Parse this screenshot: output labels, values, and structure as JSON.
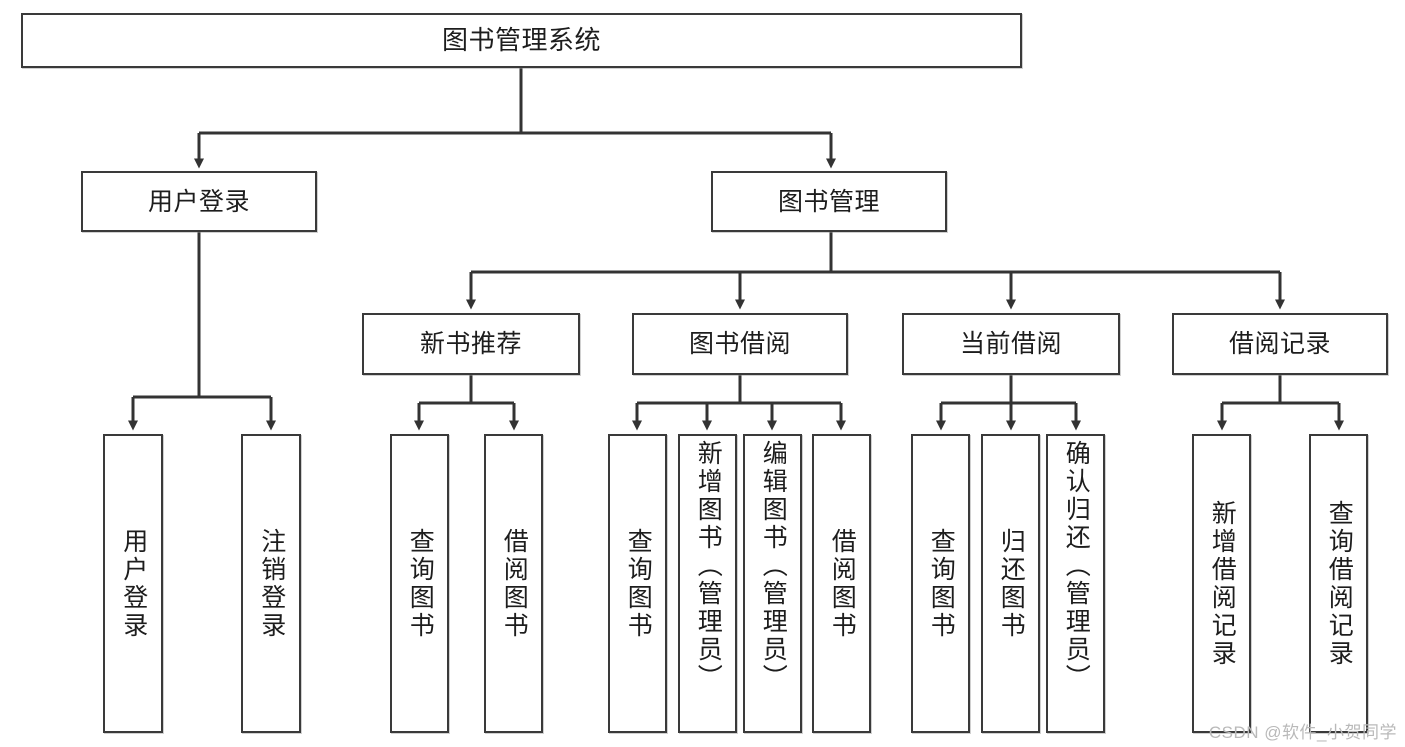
{
  "diagram": {
    "type": "tree-hierarchy",
    "title": "图书管理系统",
    "root": {
      "id": "root",
      "label": "图书管理系统"
    },
    "level1": [
      {
        "id": "user-login",
        "label": "用户登录"
      },
      {
        "id": "book-manage",
        "label": "图书管理"
      }
    ],
    "level2": [
      {
        "id": "new-book-rec",
        "label": "新书推荐",
        "parent": "book-manage"
      },
      {
        "id": "book-borrow",
        "label": "图书借阅",
        "parent": "book-manage"
      },
      {
        "id": "current-borrow",
        "label": "当前借阅",
        "parent": "book-manage"
      },
      {
        "id": "borrow-record",
        "label": "借阅记录",
        "parent": "book-manage"
      }
    ],
    "leaves": {
      "user_login": [
        {
          "id": "leaf-user-login",
          "label": "用户登录"
        },
        {
          "id": "leaf-logout",
          "label": "注销登录"
        }
      ],
      "new_book_rec": [
        {
          "id": "leaf-query-book-1",
          "label": "查询图书"
        },
        {
          "id": "leaf-borrow-book-1",
          "label": "借阅图书"
        }
      ],
      "book_borrow": [
        {
          "id": "leaf-query-book-2",
          "label": "查询图书"
        },
        {
          "id": "leaf-add-book",
          "label": "新增图书（管理员）"
        },
        {
          "id": "leaf-edit-book",
          "label": "编辑图书（管理员）"
        },
        {
          "id": "leaf-borrow-book-2",
          "label": "借阅图书"
        }
      ],
      "current_borrow": [
        {
          "id": "leaf-query-book-3",
          "label": "查询图书"
        },
        {
          "id": "leaf-return-book",
          "label": "归还图书"
        },
        {
          "id": "leaf-confirm-return",
          "label": "确认归还（管理员）"
        }
      ],
      "borrow_record": [
        {
          "id": "leaf-add-record",
          "label": "新增借阅记录"
        },
        {
          "id": "leaf-query-record",
          "label": "查询借阅记录"
        }
      ]
    }
  },
  "watermark": {
    "text": "CSDN @软件_小贺同学"
  },
  "colors": {
    "background": "#ffffff",
    "box_border": "#3a3a3a",
    "box_fill": "#ffffff",
    "text": "#1d1d1d",
    "connector": "#333333",
    "watermark": "#b9b9b9"
  }
}
